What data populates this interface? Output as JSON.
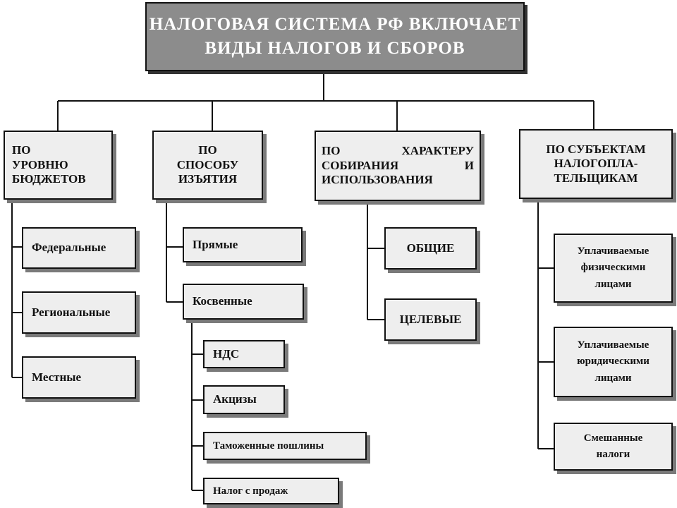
{
  "title": "НАЛОГОВАЯ СИСТЕМА РФ ВКЛЮЧАЕТ\nВИДЫ НАЛОГОВ И СБОРОВ",
  "categories": {
    "budget": {
      "label": "ПО\nУРОВНЮ\nБЮДЖЕТОВ",
      "items": [
        "Федеральные",
        "Региональные",
        "Местные"
      ]
    },
    "method": {
      "label": "ПО\nСПОСОБУ\nИЗЪЯТИЯ",
      "items": {
        "direct": "Прямые",
        "indirect": "Косвенные",
        "indirect_sub": [
          "НДС",
          "Акцизы",
          "Таможенные пошлины",
          "Налог с продаж"
        ]
      }
    },
    "purpose": {
      "label": "ПО ХАРАКТЕРУ СОБИРАНИЯ И ИСПОЛЬЗОВАНИЯ",
      "items": [
        "ОБЩИЕ",
        "ЦЕЛЕВЫЕ"
      ]
    },
    "payers": {
      "label": "ПО СУБЪЕКТАМ\nНАЛОГОПЛА-\nТЕЛЬЩИКАМ",
      "items": [
        "Уплачиваемые\nфизическими\nлицами",
        "Уплачиваемые\nюридическими\nлицами",
        "Смешанные\nналоги"
      ]
    }
  }
}
